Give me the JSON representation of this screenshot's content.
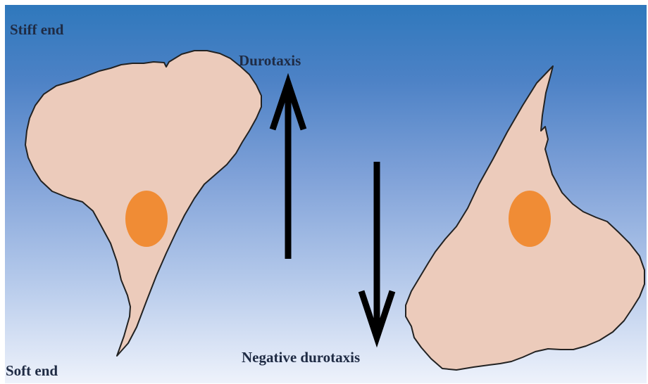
{
  "labels": {
    "stiff_end": "Stiff end",
    "soft_end": "Soft end",
    "durotaxis": "Durotaxis",
    "negative_durotaxis": "Negative durotaxis"
  },
  "colors": {
    "background_top": "#2f78bc",
    "background_bottom": "#eef2fb",
    "cell_fill": "#eccbbb",
    "cell_outline": "#222222",
    "nucleus": "#f08c35",
    "arrow": "#000000",
    "label_text": "#1f2b44"
  },
  "elements": {
    "cells": [
      "cell-durotaxis",
      "cell-negative-durotaxis"
    ],
    "arrows": [
      {
        "name": "durotaxis-arrow",
        "direction": "up",
        "target": "Stiff end"
      },
      {
        "name": "negative-durotaxis-arrow",
        "direction": "down",
        "target": "Soft end"
      }
    ]
  }
}
